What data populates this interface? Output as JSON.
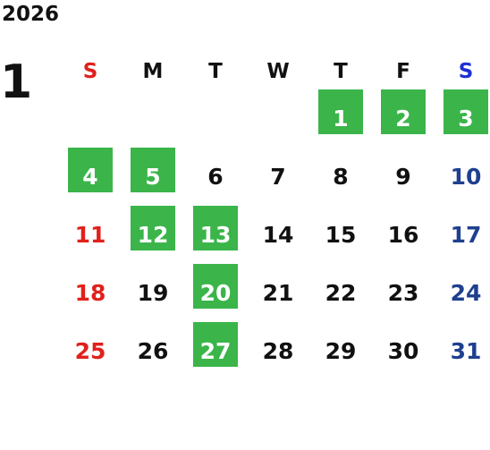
{
  "header": {
    "year": "2026",
    "month": "1"
  },
  "colors": {
    "highlight_bg": "#3bb54a",
    "highlight_text": "#ffffff",
    "sunday": "#e0211b",
    "saturday_header": "#1f2fd6",
    "saturday": "#1f3f8f",
    "weekday": "#111111"
  },
  "weekdays": [
    "S",
    "M",
    "T",
    "W",
    "T",
    "F",
    "S"
  ],
  "weeks": [
    [
      {
        "day": "",
        "kind": "empty"
      },
      {
        "day": "",
        "kind": "empty"
      },
      {
        "day": "",
        "kind": "empty"
      },
      {
        "day": "",
        "kind": "empty"
      },
      {
        "day": "1",
        "kind": "weekday",
        "highlight": true
      },
      {
        "day": "2",
        "kind": "weekday",
        "highlight": true
      },
      {
        "day": "3",
        "kind": "saturday",
        "highlight": true
      }
    ],
    [
      {
        "day": "4",
        "kind": "sunday",
        "highlight": true
      },
      {
        "day": "5",
        "kind": "weekday",
        "highlight": true
      },
      {
        "day": "6",
        "kind": "weekday",
        "highlight": false
      },
      {
        "day": "7",
        "kind": "weekday",
        "highlight": false
      },
      {
        "day": "8",
        "kind": "weekday",
        "highlight": false
      },
      {
        "day": "9",
        "kind": "weekday",
        "highlight": false
      },
      {
        "day": "10",
        "kind": "saturday",
        "highlight": false
      }
    ],
    [
      {
        "day": "11",
        "kind": "sunday",
        "highlight": false
      },
      {
        "day": "12",
        "kind": "weekday",
        "highlight": true
      },
      {
        "day": "13",
        "kind": "weekday",
        "highlight": true
      },
      {
        "day": "14",
        "kind": "weekday",
        "highlight": false
      },
      {
        "day": "15",
        "kind": "weekday",
        "highlight": false
      },
      {
        "day": "16",
        "kind": "weekday",
        "highlight": false
      },
      {
        "day": "17",
        "kind": "saturday",
        "highlight": false
      }
    ],
    [
      {
        "day": "18",
        "kind": "sunday",
        "highlight": false
      },
      {
        "day": "19",
        "kind": "weekday",
        "highlight": false
      },
      {
        "day": "20",
        "kind": "weekday",
        "highlight": true
      },
      {
        "day": "21",
        "kind": "weekday",
        "highlight": false
      },
      {
        "day": "22",
        "kind": "weekday",
        "highlight": false
      },
      {
        "day": "23",
        "kind": "weekday",
        "highlight": false
      },
      {
        "day": "24",
        "kind": "saturday",
        "highlight": false
      }
    ],
    [
      {
        "day": "25",
        "kind": "sunday",
        "highlight": false
      },
      {
        "day": "26",
        "kind": "weekday",
        "highlight": false
      },
      {
        "day": "27",
        "kind": "weekday",
        "highlight": true
      },
      {
        "day": "28",
        "kind": "weekday",
        "highlight": false
      },
      {
        "day": "29",
        "kind": "weekday",
        "highlight": false
      },
      {
        "day": "30",
        "kind": "weekday",
        "highlight": false
      },
      {
        "day": "31",
        "kind": "saturday",
        "highlight": false
      }
    ]
  ]
}
